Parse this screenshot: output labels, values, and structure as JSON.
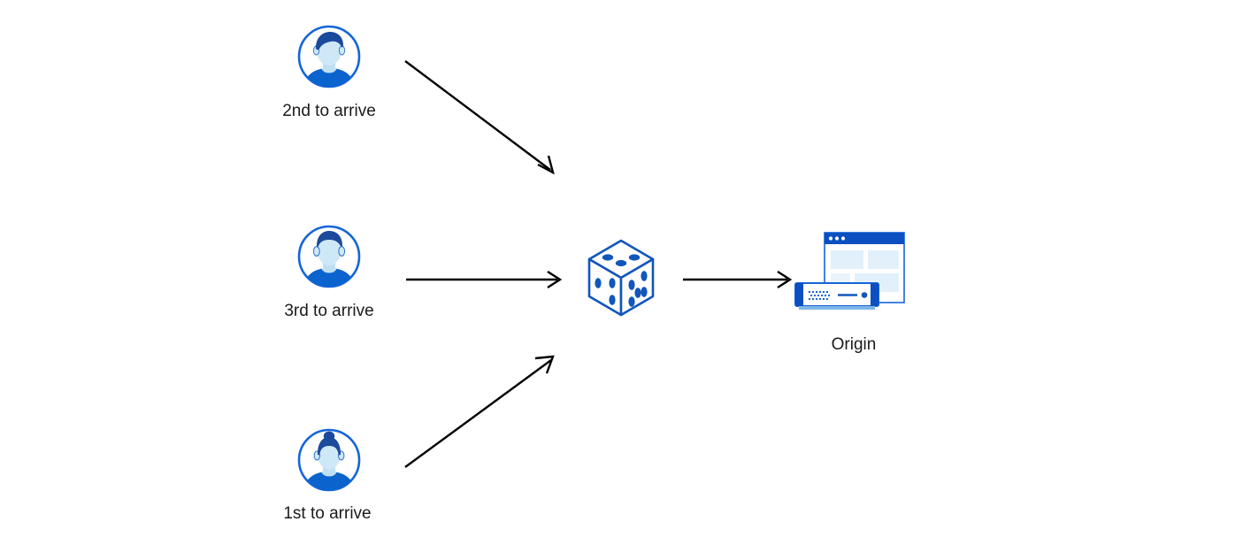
{
  "diagram": {
    "title": "Random load balancing to origin",
    "background_color": "#ffffff",
    "arrow_color": "#000000",
    "accent_blue": "#0b63ce",
    "dark_blue": "#1b4a9c",
    "light_blue": "#cfe6f7",
    "ring_blue": "#1565d8"
  },
  "clients": [
    {
      "id": "client-2nd",
      "label": "2nd to arrive",
      "icon": "user-avatar-icon",
      "variant": "short-hair-male"
    },
    {
      "id": "client-3rd",
      "label": "3rd to arrive",
      "icon": "user-avatar-icon",
      "variant": "short-hair-male-ears"
    },
    {
      "id": "client-1st",
      "label": "1st to arrive",
      "icon": "user-avatar-icon",
      "variant": "bun-hair-female"
    }
  ],
  "balancer": {
    "id": "random-dice",
    "icon": "dice-icon",
    "label": "",
    "faces": {
      "top_pips": 3,
      "left_pips": 3,
      "right_pips": 5
    }
  },
  "origin": {
    "id": "origin-server",
    "label": "Origin",
    "icon": "origin-server-icon",
    "components": [
      "browser-window-icon",
      "server-appliance-icon"
    ]
  },
  "connections": [
    {
      "id": "edge-2nd-to-dice",
      "from": "client-2nd",
      "to": "random-dice",
      "arrowhead": "open-v"
    },
    {
      "id": "edge-3rd-to-dice",
      "from": "client-3rd",
      "to": "random-dice",
      "arrowhead": "open-v"
    },
    {
      "id": "edge-1st-to-dice",
      "from": "client-1st",
      "to": "random-dice",
      "arrowhead": "open-v"
    },
    {
      "id": "edge-dice-to-origin",
      "from": "random-dice",
      "to": "origin-server",
      "arrowhead": "open-v"
    }
  ]
}
